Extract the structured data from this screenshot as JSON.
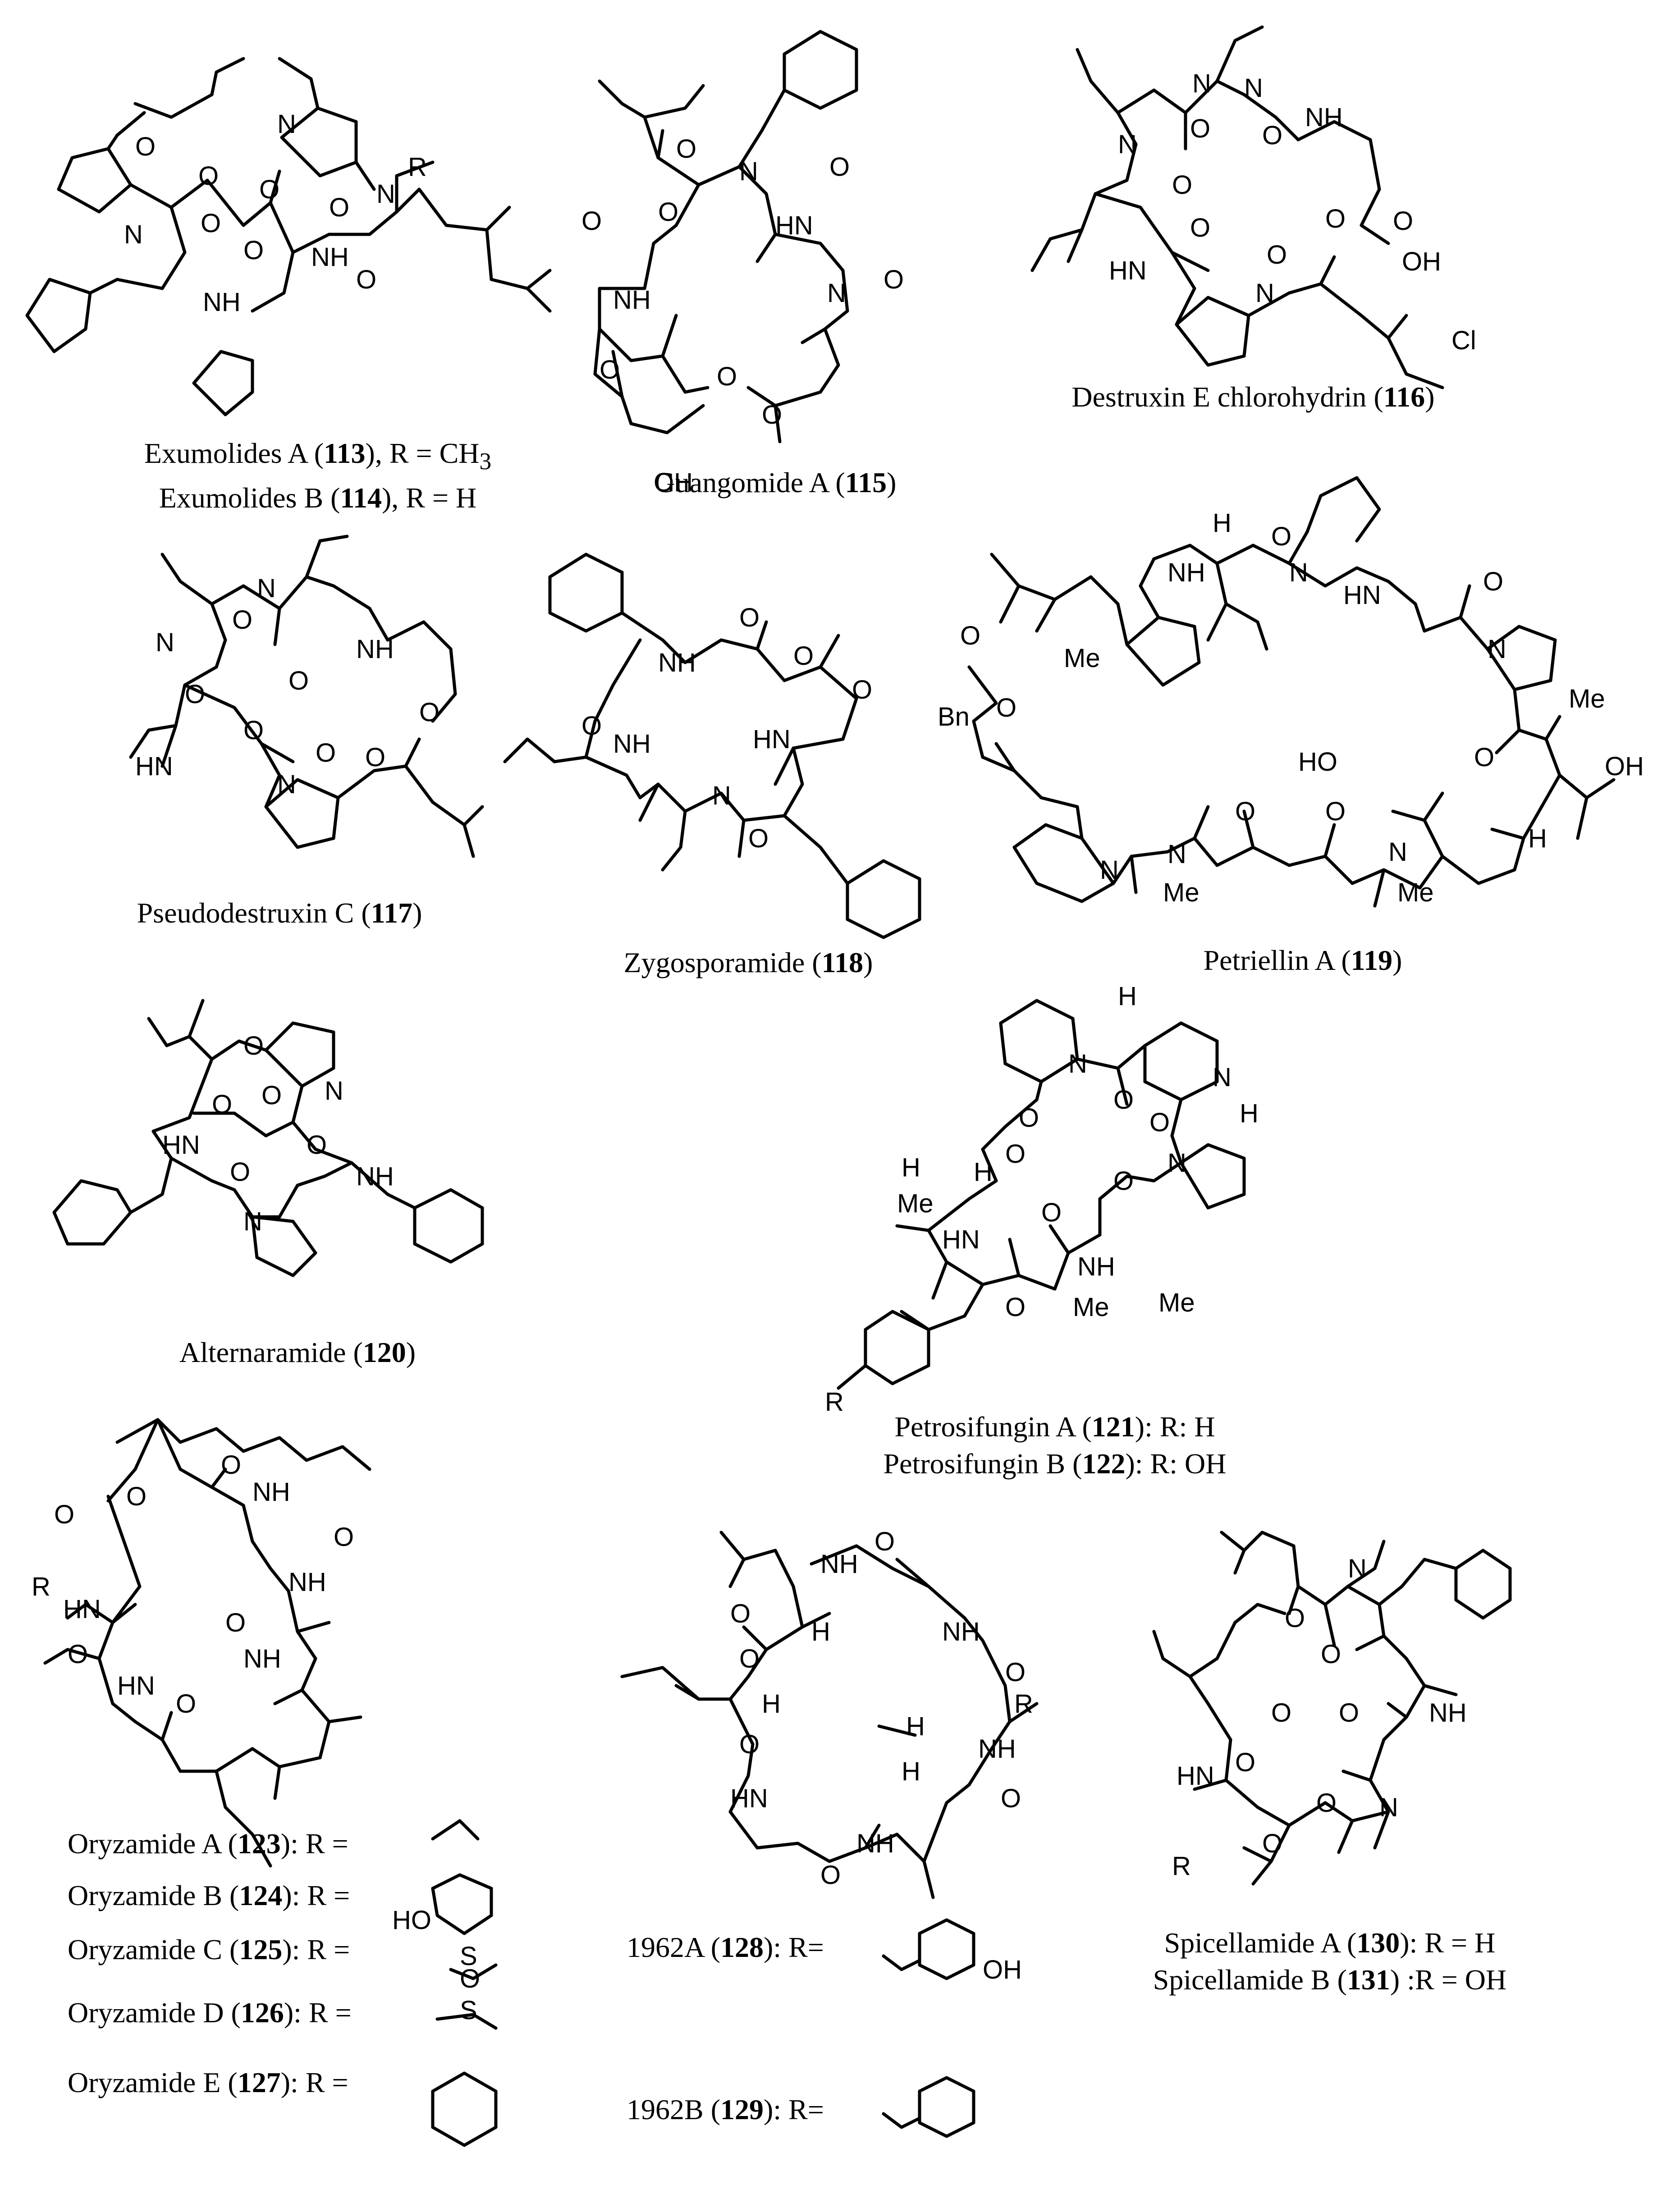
{
  "captions": {
    "c113": {
      "name": "Exumolides A (",
      "num": "113",
      "tail": "), R = CH",
      "sub": "3"
    },
    "c114": {
      "name": "Exumolides B (",
      "num": "114",
      "tail": "), R = H"
    },
    "c115": {
      "name": "Guangomide A (",
      "num": "115",
      "tail": ")"
    },
    "c116": {
      "name": "Destruxin E chlorohydrin (",
      "num": "116",
      "tail": ")"
    },
    "c117": {
      "name": "Pseudodestruxin C (",
      "num": "117",
      "tail": ")"
    },
    "c118": {
      "name": "Zygosporamide (",
      "num": "118",
      "tail": ")"
    },
    "c119": {
      "name": "Petriellin A (",
      "num": "119",
      "tail": ")"
    },
    "c120": {
      "name": "Alternaramide (",
      "num": "120",
      "tail": ")"
    },
    "c121": {
      "name": "Petrosifungin A (",
      "num": "121",
      "tail": "): R: H"
    },
    "c122": {
      "name": "Petrosifungin B (",
      "num": "122",
      "tail": "): R: OH"
    },
    "c123": {
      "name": "Oryzamide A (",
      "num": "123",
      "tail": "): R ="
    },
    "c124": {
      "name": "Oryzamide B (",
      "num": "124",
      "tail": "): R ="
    },
    "c125": {
      "name": "Oryzamide C (",
      "num": "125",
      "tail": "): R ="
    },
    "c126": {
      "name": "Oryzamide D (",
      "num": "126",
      "tail": "): R ="
    },
    "c127": {
      "name": "Oryzamide E (",
      "num": "127",
      "tail": "): R ="
    },
    "c128": {
      "name": "1962A (",
      "num": "128",
      "tail": "): R="
    },
    "c129": {
      "name": "1962B (",
      "num": "129",
      "tail": "): R="
    },
    "c130": {
      "name": "Spicellamide A (",
      "num": "130",
      "tail": "): R = H"
    },
    "c131": {
      "name": "Spicellamide B (",
      "num": "131",
      "tail": ") :R = OH"
    }
  },
  "atom_labels": {
    "O": "O",
    "N": "N",
    "NH": "NH",
    "HN": "HN",
    "H": "H",
    "R": "R",
    "OH": "OH",
    "HO": "HO",
    "Cl": "Cl",
    "Me": "Me",
    "Bn": "Bn",
    "S": "S"
  }
}
